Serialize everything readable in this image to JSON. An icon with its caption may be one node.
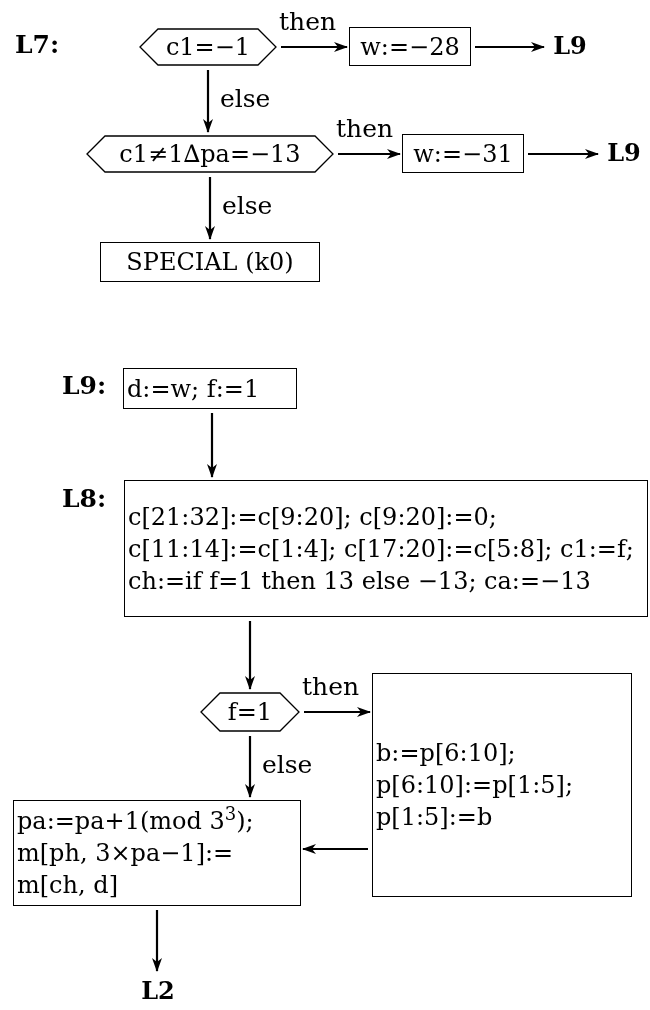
{
  "diagram": {
    "nodes": [
      {
        "text": [
          "c1=−1"
        ],
        "beside": [
          "L7:"
        ]
      },
      {
        "text": [
          "w:=−28"
        ]
      },
      {
        "text": [
          "L9"
        ]
      },
      {
        "text": [
          "c1≠1∆pa=−13"
        ]
      },
      {
        "text": [
          "w:=−31"
        ]
      },
      {
        "text": [
          "L9"
        ]
      },
      {
        "text": [
          "SPECIAL (k0)"
        ]
      },
      {
        "text": [
          "d:=w; f:=1"
        ],
        "beside": [
          "L9:"
        ]
      },
      {
        "text": [
          "c[21:32]:=c[9:20]; c[9:20]:=0; c[11:14]:=c[1:4]; c[17:20]:=c[5:8]; c1:=f; ch:=if f=1 then 13 else −13; ca:=−13"
        ],
        "beside": [
          "L8:"
        ]
      },
      {
        "text": [
          "f=1"
        ]
      },
      {
        "text": [
          "b:=p[6:10]; p[6:10]:=p[1:5]; p[1:5]:=b"
        ]
      },
      {
        "text": [
          "pa:=pa+1(mod 3$^{3}$); m[ph, 3×pa−1]:= m[ch, d]"
        ]
      },
      {
        "text": [
          "L2"
        ]
      }
    ],
    "edges": [
      {
        "from": 0,
        "to": 1,
        "arrow": "to",
        "label": "then"
      },
      {
        "from": 1,
        "to": 2,
        "arrow": "to"
      },
      {
        "from": 0,
        "to": 3,
        "arrow": "to",
        "label": "else"
      },
      {
        "from": 3,
        "to": 4,
        "arrow": "to",
        "label": "then"
      },
      {
        "from": 4,
        "to": 5,
        "arrow": "to"
      },
      {
        "from": 3,
        "to": 6,
        "arrow": "to",
        "label": "else"
      },
      {
        "from": 7,
        "to": 8,
        "arrow": "to"
      },
      {
        "from": 8,
        "to": 9,
        "arrow": "to"
      },
      {
        "from": 9,
        "to": 10,
        "arrow": "to",
        "label": "then"
      },
      {
        "from": 9,
        "to": 11,
        "arrow": "to",
        "label": "else"
      },
      {
        "from": 10,
        "to": 11,
        "arrow": "to"
      },
      {
        "from": 11,
        "to": 12,
        "arrow": "to"
      }
    ]
  }
}
